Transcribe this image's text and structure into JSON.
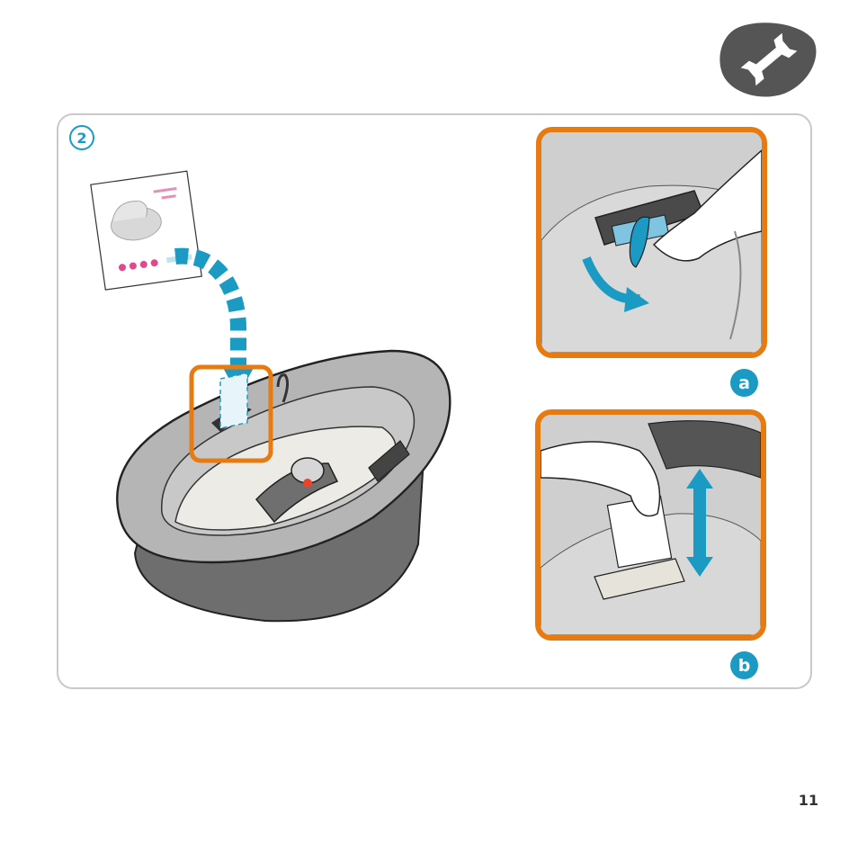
{
  "step": {
    "number": "2"
  },
  "details": [
    {
      "label": "a"
    },
    {
      "label": "b"
    }
  ],
  "page_number": "11",
  "icons": {
    "tool": "wrench-icon",
    "step": "step-number-badge",
    "arrow": "insert-arrow-icon",
    "double_arrow": "up-down-arrow-icon"
  },
  "colors": {
    "accent_blue": "#1b9bc4",
    "highlight_orange": "#e87a12",
    "badge_dark": "#555555",
    "frame_grey": "#c9c9c9"
  }
}
